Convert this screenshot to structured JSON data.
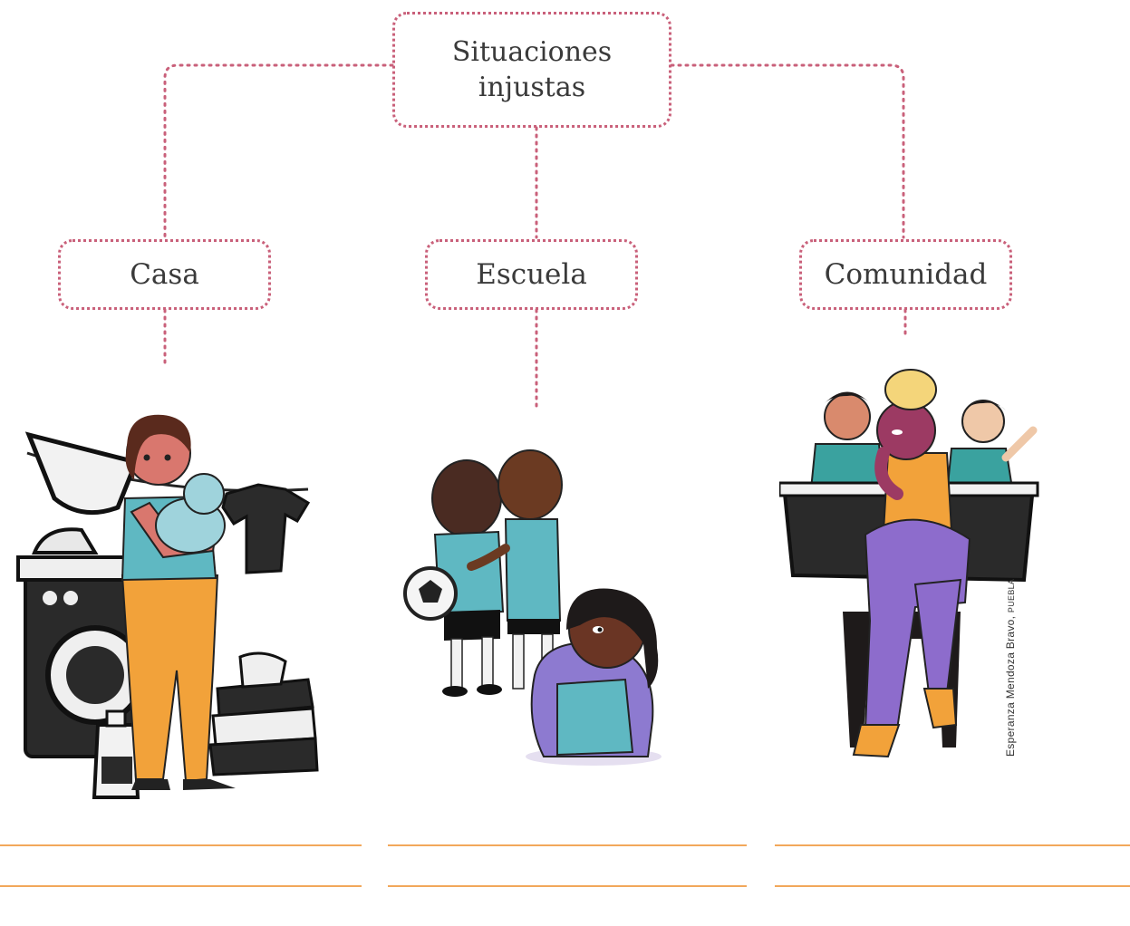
{
  "diagram": {
    "root_label_line1": "Situaciones",
    "root_label_line2": "injustas",
    "children": [
      {
        "label": "Casa"
      },
      {
        "label": "Escuela"
      },
      {
        "label": "Comunidad"
      }
    ]
  },
  "credit": {
    "author": "Esperanza Mendoza Bravo, ",
    "place": "Puebla"
  },
  "colors": {
    "connector": "#c9607a",
    "answer_line": "#f2a85b",
    "text": "#3a3a3a"
  }
}
